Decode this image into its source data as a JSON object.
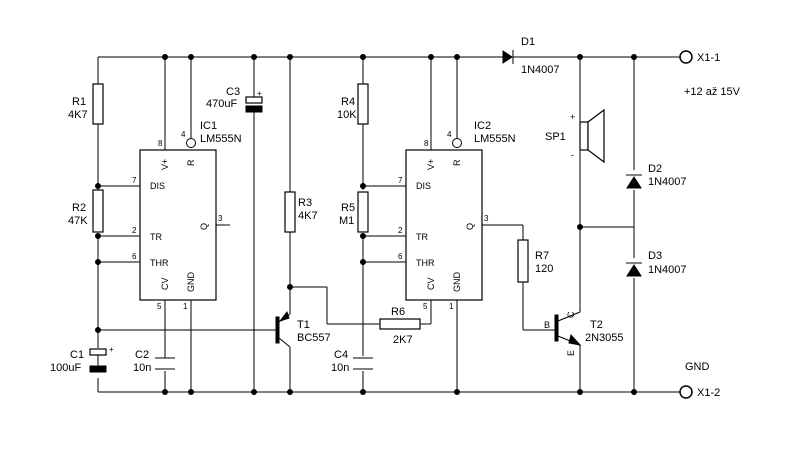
{
  "ic1": {
    "ref": "IC1",
    "type": "LM555N",
    "pins": {
      "vcc": "V+",
      "reset": "R",
      "dis": "DIS",
      "tr": "TR",
      "thr": "THR",
      "q": "Q",
      "cv": "CV",
      "gnd": "GND"
    },
    "pin_numbers": {
      "vcc": "8",
      "reset": "4",
      "dis": "7",
      "tr": "2",
      "thr": "6",
      "q": "3",
      "cv": "5",
      "gnd": "1"
    }
  },
  "ic2": {
    "ref": "IC2",
    "type": "LM555N",
    "pins": {
      "vcc": "V+",
      "reset": "R",
      "dis": "DIS",
      "tr": "TR",
      "thr": "THR",
      "q": "Q",
      "cv": "CV",
      "gnd": "GND"
    },
    "pin_numbers": {
      "vcc": "8",
      "reset": "4",
      "dis": "7",
      "tr": "2",
      "thr": "6",
      "q": "3",
      "cv": "5",
      "gnd": "1"
    }
  },
  "components": {
    "r1": {
      "ref": "R1",
      "value": "4K7"
    },
    "r2": {
      "ref": "R2",
      "value": "47K"
    },
    "r3": {
      "ref": "R3",
      "value": "4K7"
    },
    "r4": {
      "ref": "R4",
      "value": "10K"
    },
    "r5": {
      "ref": "R5",
      "value": "M1"
    },
    "r6": {
      "ref": "R6",
      "value": "2K7"
    },
    "r7": {
      "ref": "R7",
      "value": "120"
    },
    "c1": {
      "ref": "C1",
      "value": "100uF"
    },
    "c2": {
      "ref": "C2",
      "value": "10n"
    },
    "c3": {
      "ref": "C3",
      "value": "470uF"
    },
    "c4": {
      "ref": "C4",
      "value": "10n"
    },
    "d1": {
      "ref": "D1",
      "value": "1N4007"
    },
    "d2": {
      "ref": "D2",
      "value": "1N4007"
    },
    "d3": {
      "ref": "D3",
      "value": "1N4007"
    },
    "t1": {
      "ref": "T1",
      "value": "BC557"
    },
    "t2": {
      "ref": "T2",
      "value": "2N3055",
      "pins": {
        "b": "B",
        "c": "C",
        "e": "E"
      }
    },
    "sp1": {
      "ref": "SP1",
      "plus": "+",
      "minus": "-"
    }
  },
  "polarity": {
    "plus": "+"
  },
  "terminals": {
    "x1_1": "X1-1",
    "x1_2": "X1-2"
  },
  "labels": {
    "supply": "+12 až 15V",
    "gnd": "GND"
  }
}
